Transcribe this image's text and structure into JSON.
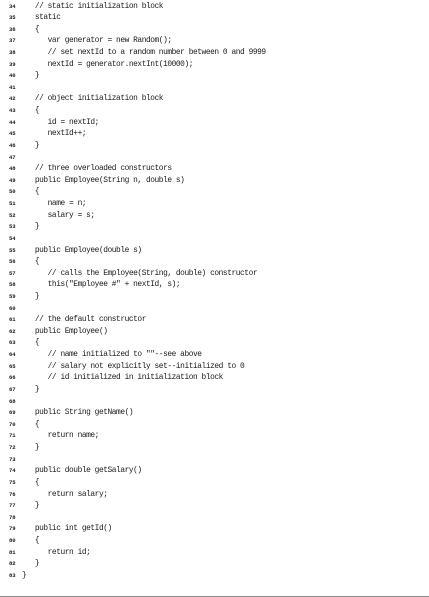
{
  "listing": {
    "lines": [
      {
        "number": "34",
        "text": "   // static initialization block"
      },
      {
        "number": "35",
        "text": "   static"
      },
      {
        "number": "36",
        "text": "   {"
      },
      {
        "number": "37",
        "text": "      var generator = new Random();"
      },
      {
        "number": "38",
        "text": "      // set nextId to a random number between 0 and 9999"
      },
      {
        "number": "39",
        "text": "      nextId = generator.nextInt(10000);"
      },
      {
        "number": "40",
        "text": "   }"
      },
      {
        "number": "41",
        "text": ""
      },
      {
        "number": "42",
        "text": "   // object initialization block"
      },
      {
        "number": "43",
        "text": "   {"
      },
      {
        "number": "44",
        "text": "      id = nextId;"
      },
      {
        "number": "45",
        "text": "      nextId++;"
      },
      {
        "number": "46",
        "text": "   }"
      },
      {
        "number": "47",
        "text": ""
      },
      {
        "number": "48",
        "text": "   // three overloaded constructors"
      },
      {
        "number": "49",
        "text": "   public Employee(String n, double s)"
      },
      {
        "number": "50",
        "text": "   {"
      },
      {
        "number": "51",
        "text": "      name = n;"
      },
      {
        "number": "52",
        "text": "      salary = s;"
      },
      {
        "number": "53",
        "text": "   }"
      },
      {
        "number": "54",
        "text": ""
      },
      {
        "number": "55",
        "text": "   public Employee(double s)"
      },
      {
        "number": "56",
        "text": "   {"
      },
      {
        "number": "57",
        "text": "      // calls the Employee(String, double) constructor"
      },
      {
        "number": "58",
        "text": "      this(\"Employee #\" + nextId, s);"
      },
      {
        "number": "59",
        "text": "   }"
      },
      {
        "number": "60",
        "text": ""
      },
      {
        "number": "61",
        "text": "   // the default constructor"
      },
      {
        "number": "62",
        "text": "   public Employee()"
      },
      {
        "number": "63",
        "text": "   {"
      },
      {
        "number": "64",
        "text": "      // name initialized to \"\"--see above"
      },
      {
        "number": "65",
        "text": "      // salary not explicitly set--initialized to 0"
      },
      {
        "number": "66",
        "text": "      // id initialized in initialization block"
      },
      {
        "number": "67",
        "text": "   }"
      },
      {
        "number": "68",
        "text": ""
      },
      {
        "number": "69",
        "text": "   public String getName()"
      },
      {
        "number": "70",
        "text": "   {"
      },
      {
        "number": "71",
        "text": "      return name;"
      },
      {
        "number": "72",
        "text": "   }"
      },
      {
        "number": "73",
        "text": ""
      },
      {
        "number": "74",
        "text": "   public double getSalary()"
      },
      {
        "number": "75",
        "text": "   {"
      },
      {
        "number": "76",
        "text": "      return salary;"
      },
      {
        "number": "77",
        "text": "   }"
      },
      {
        "number": "78",
        "text": ""
      },
      {
        "number": "79",
        "text": "   public int getId()"
      },
      {
        "number": "80",
        "text": "   {"
      },
      {
        "number": "81",
        "text": "      return id;"
      },
      {
        "number": "82",
        "text": "   }"
      },
      {
        "number": "83",
        "text": "}"
      }
    ]
  }
}
